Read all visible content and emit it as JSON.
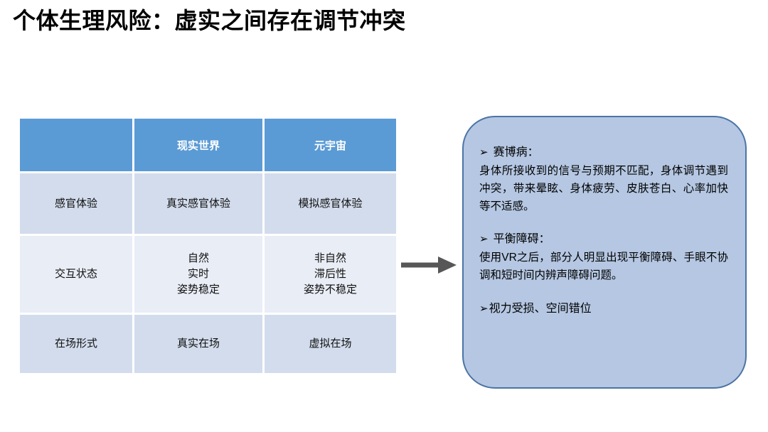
{
  "slide": {
    "title": "个体生理风险：虚实之间存在调节冲突"
  },
  "table": {
    "headers": [
      "",
      "现实世界",
      "元宇宙"
    ],
    "rows": [
      {
        "label": "感官体验",
        "real": "真实感官体验",
        "meta": "模拟感官体验"
      },
      {
        "label": "交互状态",
        "real_lines": [
          "自然",
          "实时",
          "姿势稳定"
        ],
        "meta_lines": [
          "非自然",
          "滞后性",
          "姿势不稳定"
        ]
      },
      {
        "label": "在场形式",
        "real": "真实在场",
        "meta": "虚拟在场"
      }
    ]
  },
  "connector": {
    "icon": "right-arrow-icon",
    "color": "#575757"
  },
  "callout": {
    "blocks": [
      {
        "bullet": "➢",
        "heading": "赛博病：",
        "body": "身体所接收到的信号与预期不匹配，身体调节遇到冲突，带来晕眩、身体疲劳、皮肤苍白、心率加快等不适感。"
      },
      {
        "bullet": "➢",
        "heading": "平衡障碍：",
        "body": "使用VR之后，部分人明显出现平衡障碍、手眼不协调和短时间内辨声障碍问题。"
      }
    ],
    "final_item": {
      "bullet": "➢",
      "text": "视力受损、空间错位"
    }
  },
  "colors": {
    "header_blue": "#5b9bd5",
    "row_dark": "#d2dcec",
    "row_light": "#e9edf6",
    "callout_fill": "#b5c7e2",
    "callout_border": "#4b74a5",
    "arrow_gray": "#575757"
  }
}
